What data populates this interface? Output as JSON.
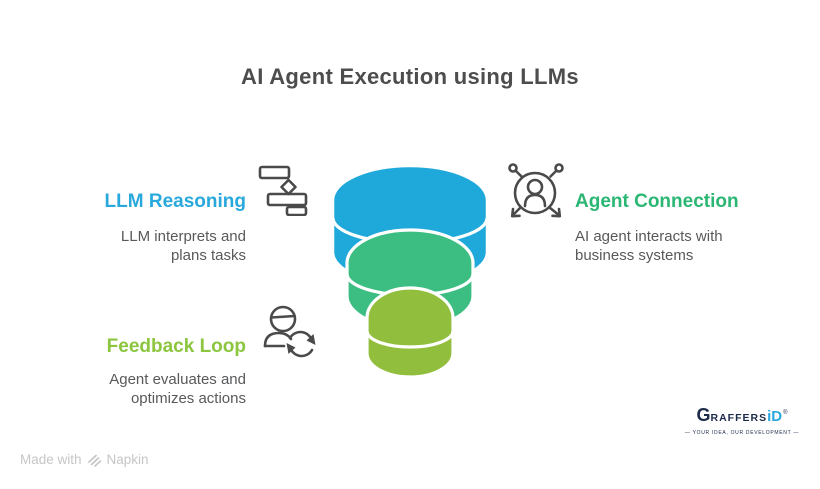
{
  "title": "AI Agent Execution using LLMs",
  "sections": {
    "llm_reasoning": {
      "heading": "LLM Reasoning",
      "desc_line1": "LLM interprets and",
      "desc_line2": "plans tasks",
      "accent_color": "#29a8dc",
      "icon": "gantt-plan-icon"
    },
    "agent_connection": {
      "heading": "Agent Connection",
      "desc_line1": "AI agent interacts with",
      "desc_line2": "business systems",
      "accent_color": "#2bb673",
      "icon": "networked-user-icon"
    },
    "feedback_loop": {
      "heading": "Feedback Loop",
      "desc_line1": "Agent evaluates and",
      "desc_line2": "optimizes actions",
      "accent_color": "#8cc63f",
      "icon": "user-refresh-icon"
    }
  },
  "funnel": {
    "tier_colors": {
      "top": "#1fa9db",
      "middle": "#3cbe82",
      "bottom": "#91be3c"
    }
  },
  "footer": {
    "made_with": "Made with",
    "brand": "Napkin"
  },
  "logo": {
    "initial": "G",
    "word": "RAFFERS",
    "suffix": "iD",
    "registered": "®",
    "tagline": "— YOUR IDEA, OUR DEVELOPMENT —"
  }
}
